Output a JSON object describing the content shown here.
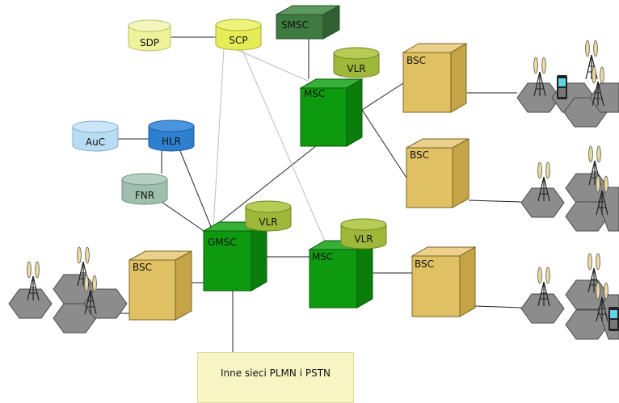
{
  "nodes": {
    "sdp": "SDP",
    "scp": "SCP",
    "smsc": "SMSC",
    "vlr_top": "VLR",
    "msc_top": "MSC",
    "auc": "AuC",
    "hlr": "HLR",
    "fnr": "FNR",
    "gmsc": "GMSC",
    "vlr_gmsc": "VLR",
    "msc_bottom": "MSC",
    "vlr_bottom": "VLR",
    "bsc_top_right": "BSC",
    "bsc_mid_right": "BSC",
    "bsc_bottom_right": "BSC",
    "bsc_left": "BSC"
  },
  "external": {
    "other_networks": "Inne sieci PLMN i PSTN"
  },
  "colors": {
    "cube_green": "#0e9a0e",
    "cube_dark_green": "#3f7a40",
    "bsc_tan": "#dfc062",
    "cyl_yellow": "#e6ec55",
    "cyl_pale_yellow": "#eef29a",
    "cyl_olive": "#9fb83a",
    "cyl_light_blue": "#b8dcf2",
    "cyl_blue": "#2e7fcf",
    "cyl_grey_green": "#9fbeae",
    "hex_grey": "#8c8c8c",
    "note_bg": "#f7f5c4"
  }
}
